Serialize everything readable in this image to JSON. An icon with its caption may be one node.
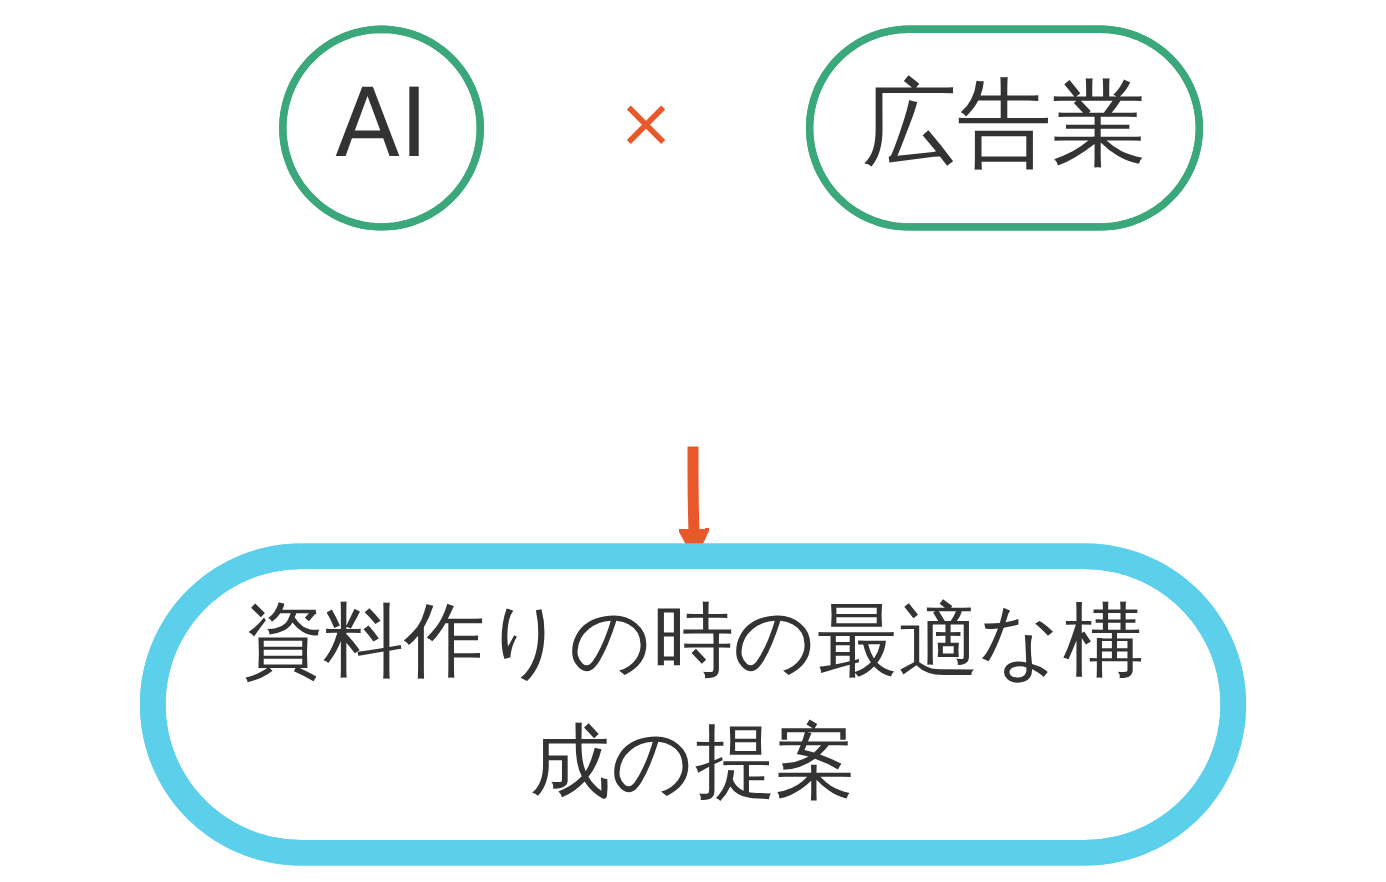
{
  "diagram": {
    "nodes": [
      {
        "text": [
          "AI"
        ]
      },
      {
        "text": [
          "広告業"
        ]
      },
      {
        "text": [
          "資料作りの時の最適な構成の提案"
        ]
      }
    ],
    "edges": [
      {
        "from": null,
        "to": 2,
        "arrow": "to",
        "color": "#e8582a"
      }
    ],
    "labels": [
      "×"
    ]
  }
}
